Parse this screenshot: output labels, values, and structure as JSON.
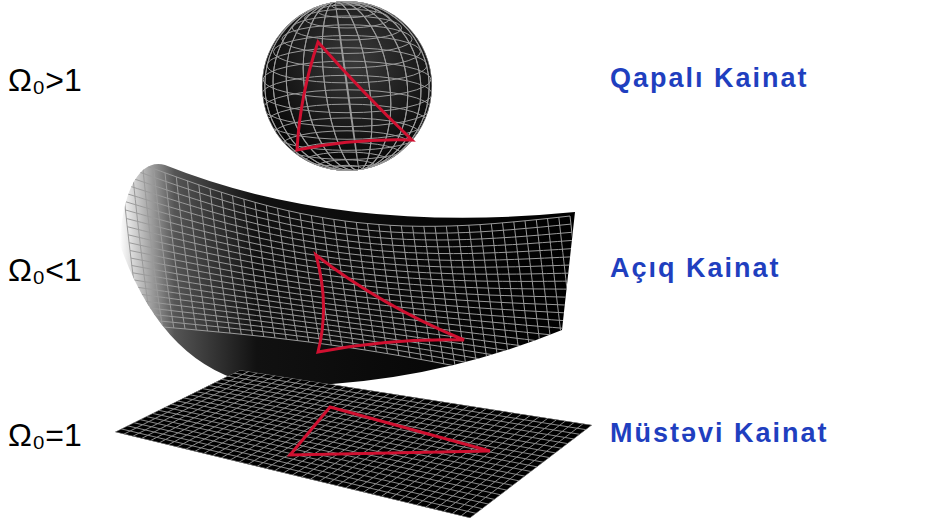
{
  "diagram": {
    "labels": [
      "Ω₀>1",
      "Qapalı Kainat",
      "Ω₀<1",
      "Açıq Kainat",
      "Ω₀=1",
      "Müstəvi Kainat"
    ]
  }
}
